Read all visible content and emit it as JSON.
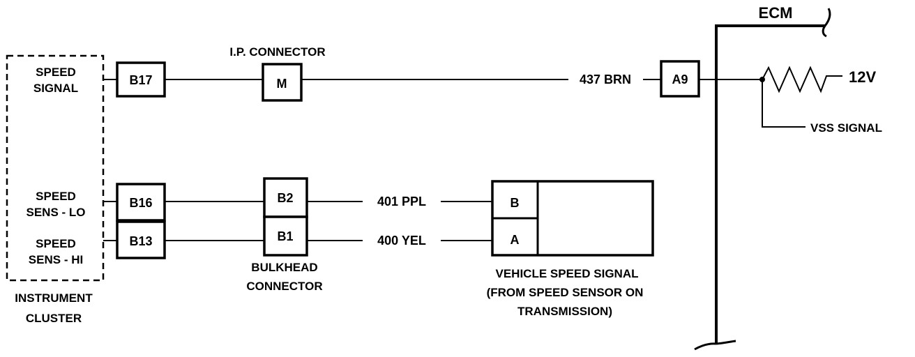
{
  "labels": {
    "speed_signal_1": "SPEED",
    "speed_signal_2": "SIGNAL",
    "speed_lo_1": "SPEED",
    "speed_lo_2": "SENS - LO",
    "speed_hi_1": "SPEED",
    "speed_hi_2": "SENS - HI",
    "instrument_cluster_1": "INSTRUMENT",
    "instrument_cluster_2": "CLUSTER",
    "ip_connector": "I.P. CONNECTOR",
    "bulkhead_1": "BULKHEAD",
    "bulkhead_2": "CONNECTOR",
    "ecm": "ECM",
    "supply": "12V",
    "vss_signal": "VSS SIGNAL",
    "vehicle_speed_1": "VEHICLE SPEED SIGNAL",
    "vehicle_speed_2": "(FROM SPEED SENSOR ON",
    "vehicle_speed_3": "TRANSMISSION)"
  },
  "pins": {
    "b17": "B17",
    "b16": "B16",
    "b13": "B13",
    "m": "M",
    "b2": "B2",
    "b1": "B1",
    "a9": "A9",
    "sensor_b": "B",
    "sensor_a": "A"
  },
  "wires": {
    "brn": "437 BRN",
    "ppl": "401 PPL",
    "yel": "400 YEL"
  }
}
